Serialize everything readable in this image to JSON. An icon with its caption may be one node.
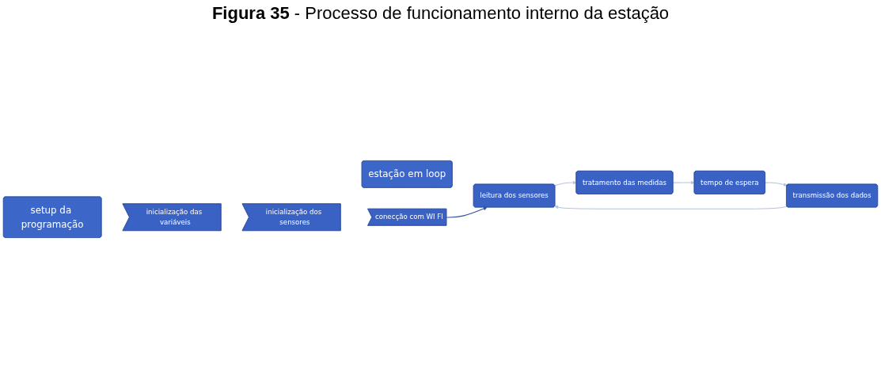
{
  "diagram": {
    "title": "**Figura 35** - Processo de funcionamento interno da estação",
    "nodes": [
      {
        "text": [
          "setup da programação"
        ]
      },
      {
        "text": [
          "estação em loop"
        ]
      },
      {
        "text": [
          "inicialização das variáveis"
        ]
      },
      {
        "text": [
          "inicialização dos sensores"
        ]
      },
      {
        "text": [
          "conecção com WI FI"
        ]
      },
      {
        "text": [
          "leitura dos sensores"
        ]
      },
      {
        "text": [
          "tratamento das medidas"
        ]
      },
      {
        "text": [
          "tempo de espera"
        ]
      },
      {
        "text": [
          "transmissão dos dados"
        ]
      }
    ],
    "edges": [
      {
        "from": 4,
        "to": 5,
        "arrow": "to",
        "color": "#2d4fa3"
      },
      {
        "from": 5,
        "to": 6,
        "arrow": "to"
      },
      {
        "from": 6,
        "to": 7,
        "arrow": "to"
      },
      {
        "from": 7,
        "to": 8,
        "arrow": "to"
      },
      {
        "from": 8,
        "to": 5,
        "arrow": "to"
      }
    ]
  }
}
